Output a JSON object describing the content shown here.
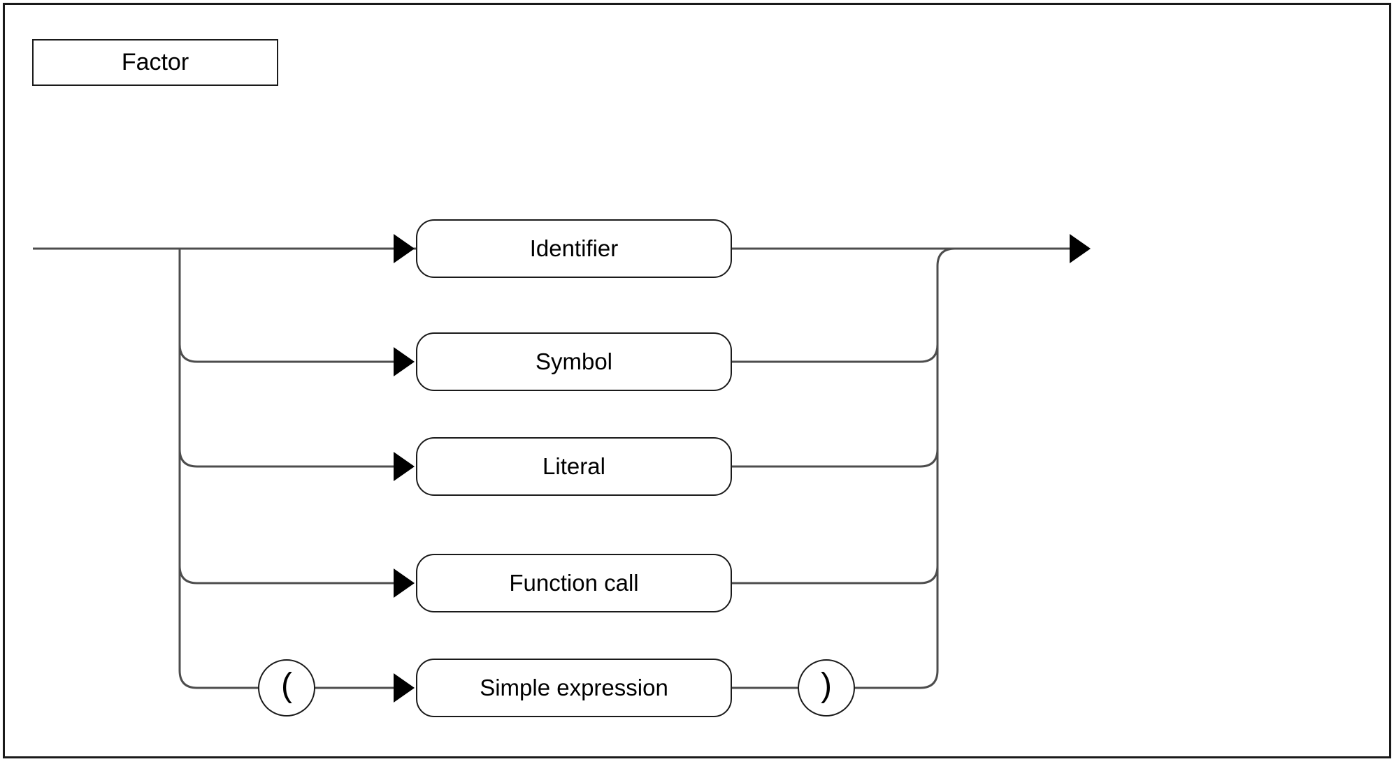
{
  "colors": {
    "line": "#4d4d4d",
    "border": "#1a1a1a",
    "arrow": "#000000",
    "background": "#ffffff",
    "text": "#000000"
  },
  "diagram": {
    "title": "Factor",
    "type": "railroad-syntax-diagram",
    "rows": [
      {
        "label": "Identifier"
      },
      {
        "label": "Symbol"
      },
      {
        "label": "Literal"
      },
      {
        "label": "Function call"
      },
      {
        "label": "Simple expression",
        "prefix": "(",
        "suffix": ")"
      }
    ]
  }
}
